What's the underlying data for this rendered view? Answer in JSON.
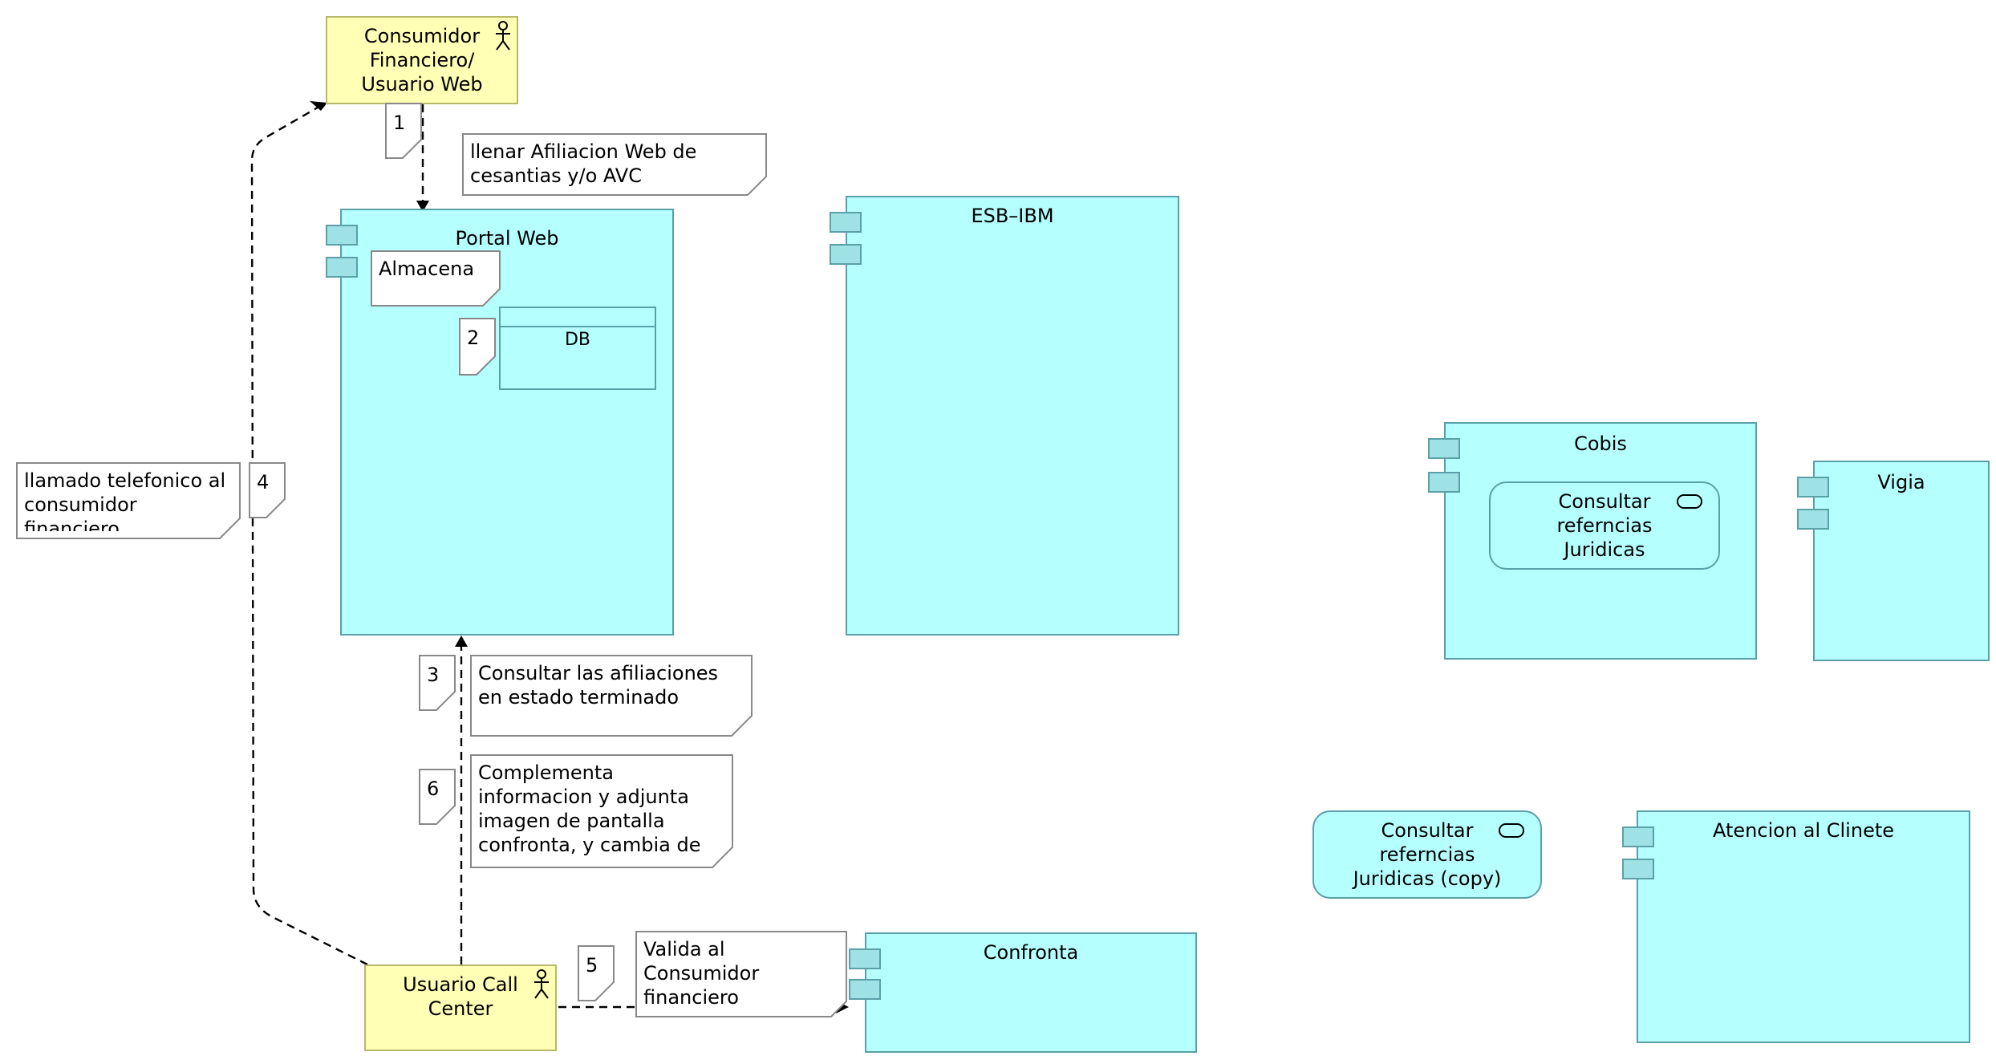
{
  "actors": {
    "consumidor": "Consumidor Financiero/ Usuario Web",
    "callcenter": "Usuario Call Center"
  },
  "components": {
    "portal_web": "Portal Web",
    "esb_ibm": "ESB–IBM",
    "cobis": "Cobis",
    "vigia": "Vigia",
    "atencion": "Atencion al Clinete",
    "confronta": "Confronta"
  },
  "data_objects": {
    "db": "DB"
  },
  "services": {
    "consultar": "Consultar referncias Juridicas",
    "consultar_copy": "Consultar referncias Juridicas  (copy)"
  },
  "notes": {
    "almacena": "Almacena",
    "llenar": "llenar Afiliacion Web de cesantias y/o AVC",
    "llamado": "llamado telefonico al consumidor financiero",
    "consultar_afiliaciones": "Consultar las afiliaciones en estado terminado",
    "complementa": "Complementa informacion y adjunta imagen de pantalla confronta, y cambia de",
    "valida": "Valida al Consumidor financiero"
  },
  "steps": {
    "s1": "1",
    "s2": "2",
    "s3": "3",
    "s4": "4",
    "s5": "5",
    "s6": "6"
  },
  "colors": {
    "actor_fill": "#ffffb5",
    "component_fill": "#b5ffff",
    "component_border": "#5aa0a8",
    "note_border": "#888888"
  },
  "icons": [
    "actor-stick-figure-icon",
    "component-tab-icon",
    "service-pill-icon"
  ]
}
